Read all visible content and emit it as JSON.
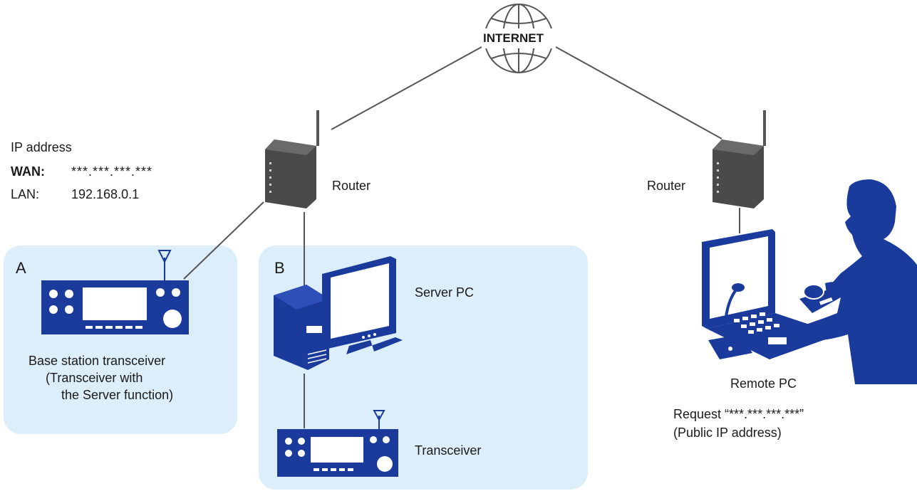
{
  "internet": {
    "label": "INTERNET"
  },
  "ip_info": {
    "heading": "IP address",
    "wan_label": "WAN:",
    "wan_value": "***.***.***.***",
    "lan_label": "LAN:",
    "lan_value": "192.168.0.1"
  },
  "router_left": {
    "label": "Router"
  },
  "router_right": {
    "label": "Router"
  },
  "zone_a": {
    "letter": "A",
    "caption_line1": "Base station transceiver",
    "caption_line2": "(Transceiver with",
    "caption_line3": "the Server function)"
  },
  "zone_b": {
    "letter": "B",
    "server_label": "Server PC",
    "transceiver_label": "Transceiver"
  },
  "remote": {
    "label": "Remote PC",
    "request_line1": "Request “***.***.***.***”",
    "request_line2": "(Public IP address)"
  },
  "colors": {
    "device_blue": "#1a3b9c",
    "zone_fill": "#dceef9",
    "router_gray": "#4a4a4a",
    "line_gray": "#555555"
  }
}
